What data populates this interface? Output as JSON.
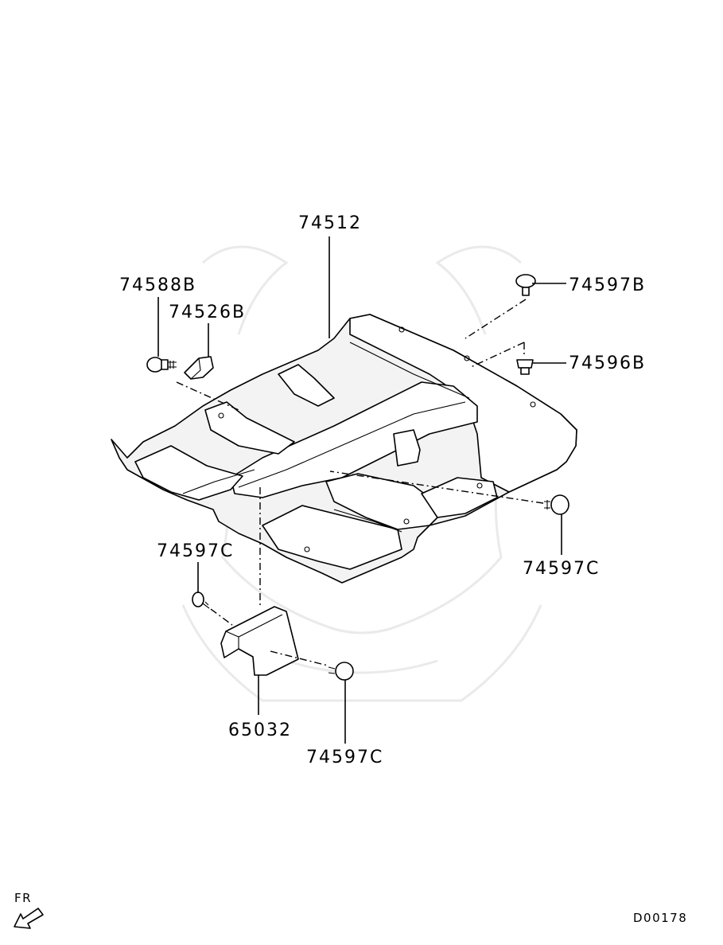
{
  "diagram": {
    "labels": {
      "carpet": "74512",
      "bolt": "74588B",
      "bracket": "74526B",
      "clip_top_right": "74597B",
      "fastener_right": "74596B",
      "clip_right": "74597C",
      "clip_left": "74597C",
      "clip_bottom": "74597C",
      "cover": "65032"
    },
    "direction_label": "FR",
    "diagram_code": "D00178"
  }
}
